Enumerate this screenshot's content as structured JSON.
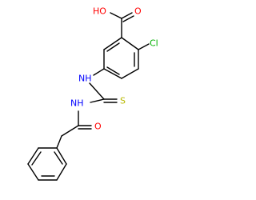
{
  "atom_labels": {
    "hydroxyl": "HO",
    "carbonyl_oxygen_acid": "O",
    "chlorine": "Cl",
    "amine_upper": "NH",
    "thione_sulfur": "S",
    "amine_lower": "NH",
    "carbonyl_oxygen_amide": "O"
  },
  "colors": {
    "bond": "#000000",
    "oxygen": "#ff0000",
    "nitrogen": "#0000ff",
    "chlorine": "#00b000",
    "sulfur": "#b8b800",
    "background": "#ffffff"
  }
}
